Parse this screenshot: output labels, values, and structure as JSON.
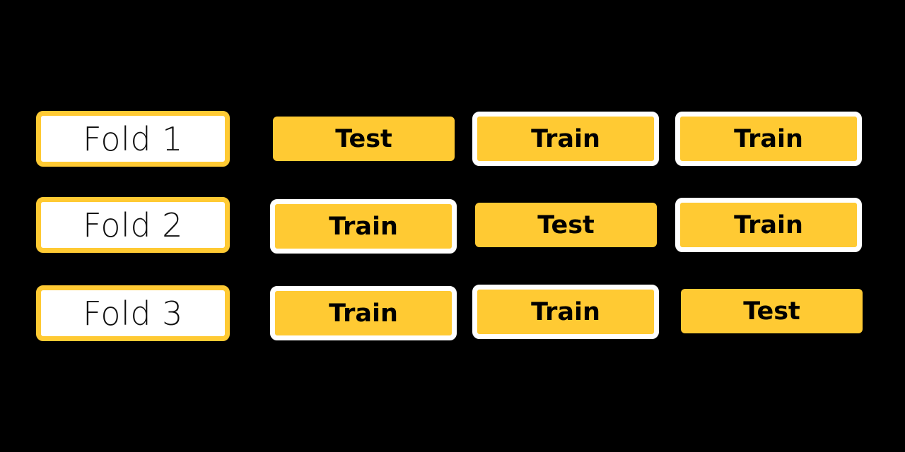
{
  "diagram": {
    "folds": [
      {
        "label": "Fold 1",
        "cells": [
          "Test",
          "Train",
          "Train"
        ]
      },
      {
        "label": "Fold 2",
        "cells": [
          "Train",
          "Test",
          "Train"
        ]
      },
      {
        "label": "Fold 3",
        "cells": [
          "Train",
          "Train",
          "Test"
        ]
      }
    ],
    "colors": {
      "background": "#000000",
      "accent": "#ffca33",
      "outline": "#ffffff",
      "text": "#000000"
    }
  }
}
